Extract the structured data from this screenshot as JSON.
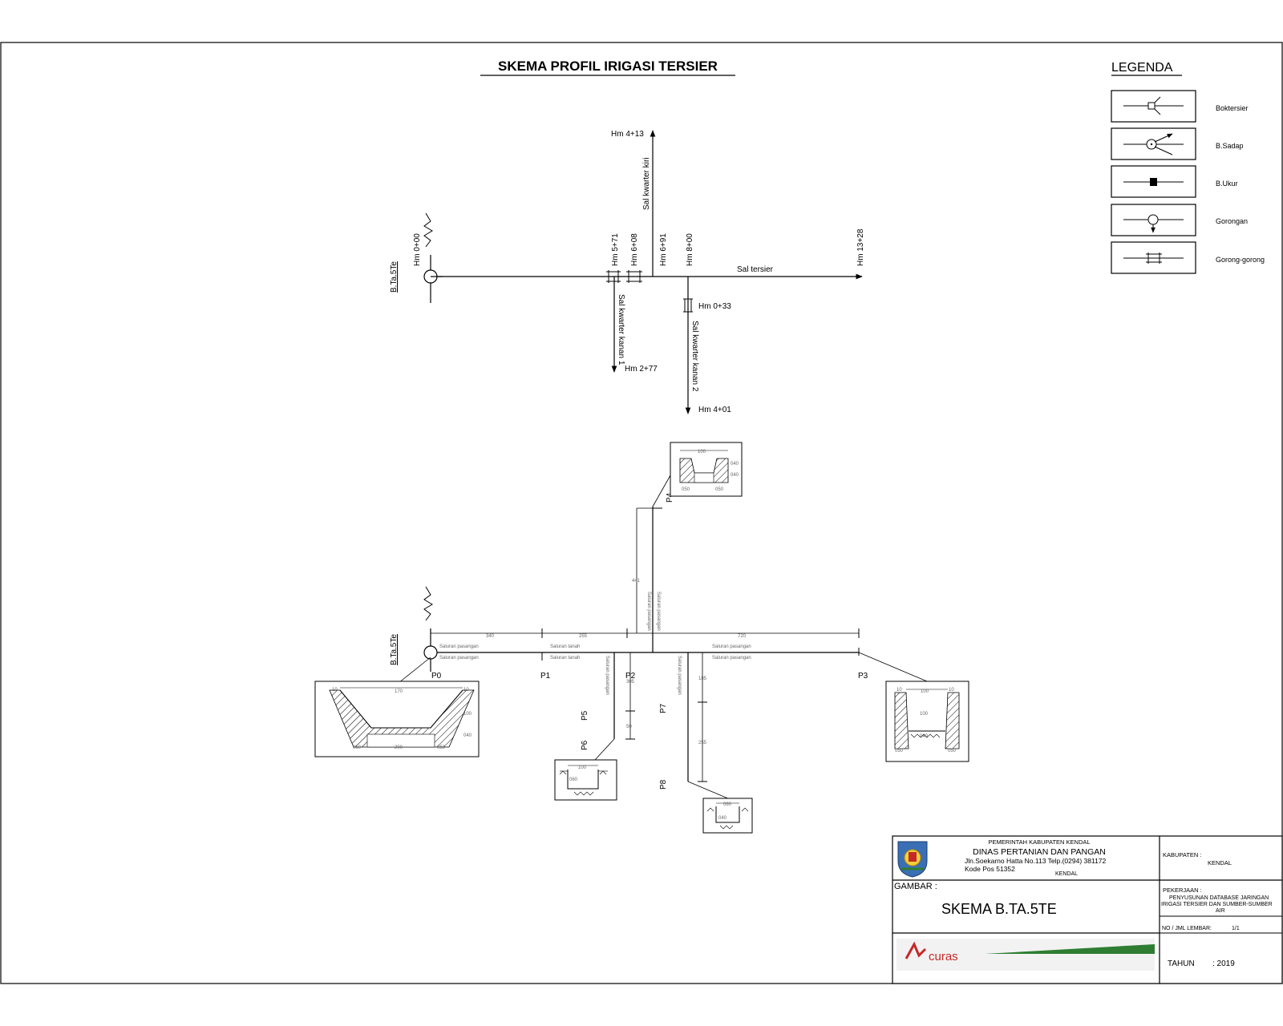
{
  "schema": {
    "title": "SKEMA PROFIL IRIGASI TERSIER",
    "upper": {
      "building_label": "B.Ta.5Te",
      "stations": [
        "Hm 0+00",
        "Hm 5+71",
        "Hm 6+08",
        "Hm 6+91",
        "Hm 8+00",
        "Hm 13+28"
      ],
      "channel_main": "Sal tersier",
      "channel_left": "Sal kwarter kiri",
      "channel_right1": "Sal kwarter kanan 1",
      "channel_right2": "Sal kwarter kanan 2",
      "end_top": "Hm 4+13",
      "end_r1": "Hm 2+77",
      "mid_r2": "Hm 0+33",
      "end_r2": "Hm 4+01"
    },
    "lower": {
      "building_label": "B.Ta.5Te",
      "points": [
        "P0",
        "P1",
        "P2",
        "P3",
        "P4",
        "P5",
        "P6",
        "P7",
        "P8"
      ],
      "dims": {
        "d1": "340",
        "d2": "255",
        "d3": "720",
        "d4": "441",
        "d5": "305",
        "d6": "50",
        "d7": "185",
        "d8": "255"
      },
      "channel_notes": {
        "upper": "Saluran tanah",
        "lower": "Saluran pasangan"
      },
      "sec_p0": {
        "top": "170",
        "bottom": "200",
        "h1": "100",
        "h2": "040",
        "s1": "10",
        "s2": "050"
      },
      "sec_p3": {
        "top": "100",
        "h": "100",
        "b": "040",
        "s": "050",
        "e": "10"
      },
      "sec_p4": {
        "top": "100",
        "h1": "040",
        "h2": "040",
        "b": "050"
      },
      "sec_small": {
        "top": "100",
        "h": "060"
      },
      "sec_p8": {
        "top": "060",
        "h": "040"
      }
    }
  },
  "legend": {
    "title": "LEGENDA",
    "items": [
      {
        "label": "Boktersier",
        "icon": "box-tersier-icon"
      },
      {
        "label": "B.Sadap",
        "icon": "sadap-icon"
      },
      {
        "label": "B.Ukur",
        "icon": "ukur-icon"
      },
      {
        "label": "Gorongan",
        "icon": "gorongan-icon"
      },
      {
        "label": "Gorong-gorong",
        "icon": "gorong-gorong-icon"
      }
    ]
  },
  "title_block": {
    "org1": "PEMERINTAH KABUPATEN KENDAL",
    "org2": "DINAS PERTANIAN DAN PANGAN",
    "addr1": "Jln.Soekarno Hatta No.113 Telp.(0294) 381172",
    "addr2": "Kode Pos 51352",
    "addr3": "KENDAL",
    "kabupaten_label": "KABUPATEN :",
    "kabupaten_value": "KENDAL",
    "gambar_label": "GAMBAR :",
    "gambar_value": "SKEMA B.TA.5TE",
    "pekerjaan_label": "PEKERJAAN :",
    "pekerjaan_value1": "PENYUSUNAN DATABASE JARINGAN",
    "pekerjaan_value2": "IRIGASI TERSIER DAN SUMBER-SUMBER",
    "pekerjaan_value3": "AIR",
    "lembar_label": "NO / JML LEMBAR:",
    "lembar_value": "1/1",
    "tahun_label": "TAHUN",
    "tahun_value": ": 2019",
    "logo_text": "curas"
  }
}
